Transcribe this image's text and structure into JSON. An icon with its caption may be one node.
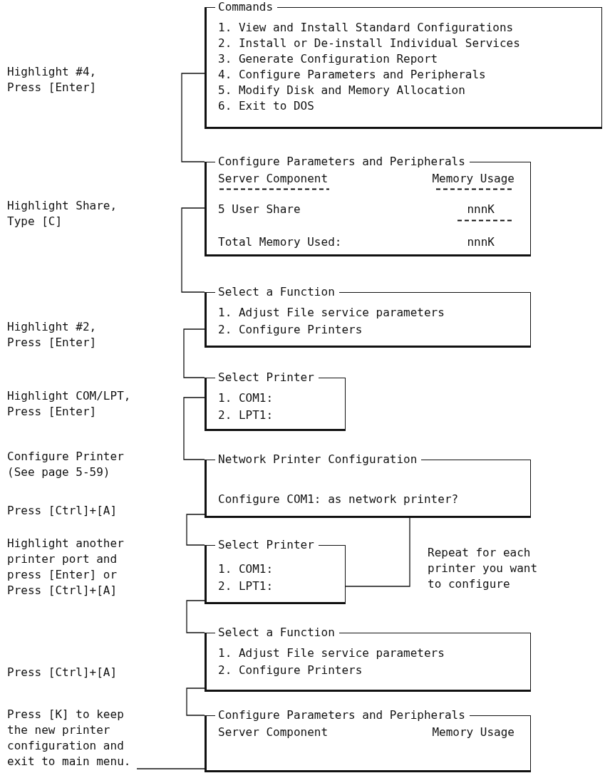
{
  "diagram": {
    "nodes": [
      {
        "text": [
          "Commands",
          "1. View and Install Standard Configurations",
          "2. Install or De-install Individual Services",
          "3. Generate Configuration Report",
          "4. Configure Parameters and Peripherals",
          "5. Modify Disk and Memory Allocation",
          "6. Exit to DOS"
        ]
      },
      {
        "text": [
          "Configure Parameters and Peripherals",
          "Server Component",
          "Memory Usage",
          "5 User Share",
          "nnnK",
          "Total Memory Used:",
          "nnnK"
        ]
      },
      {
        "text": [
          "Select a Function",
          "1. Adjust File service parameters",
          "2. Configure Printers"
        ]
      },
      {
        "text": [
          "Select Printer",
          "1. COM1:",
          "2. LPT1:"
        ]
      },
      {
        "text": [
          "Network Printer Configuration",
          "Configure COM1: as network printer?"
        ]
      },
      {
        "text": [
          "Select Printer",
          "1. COM1:",
          "2. LPT1:"
        ]
      },
      {
        "text": [
          "Select a Function",
          "1. Adjust File service parameters",
          "2. Configure Printers"
        ]
      },
      {
        "text": [
          "Configure Parameters and Peripherals",
          "Server Component",
          "Memory Usage"
        ]
      },
      {
        "text": [
          "Press [K] to keep the new printer configuration and exit to main menu."
        ]
      }
    ],
    "edges": [
      {
        "from": 0,
        "to": 1,
        "arrow": "none"
      },
      {
        "from": 1,
        "to": 2,
        "arrow": "none"
      },
      {
        "from": 2,
        "to": 3,
        "arrow": "none"
      },
      {
        "from": 3,
        "to": 4,
        "arrow": "none"
      },
      {
        "from": 4,
        "to": 5,
        "arrow": "none"
      },
      {
        "from": 5,
        "to": 4,
        "arrow": "none",
        "label": "Repeat for each printer you want to configure"
      },
      {
        "from": 5,
        "to": 6,
        "arrow": "none"
      },
      {
        "from": 6,
        "to": 7,
        "arrow": "none"
      },
      {
        "from": 8,
        "to": 7,
        "arrow": "none"
      }
    ],
    "labels": [
      "Highlight #4, Press [Enter]",
      "Highlight Share, Type [C]",
      "Highlight #2, Press [Enter]",
      "Highlight COM/LPT, Press [Enter]",
      "Configure Printer (See page 5-59)",
      "Press [Ctrl]+[A]",
      "Highlight another printer port and press [Enter] or Press [Ctrl]+[A]",
      "Press [Ctrl]+[A]"
    ]
  }
}
